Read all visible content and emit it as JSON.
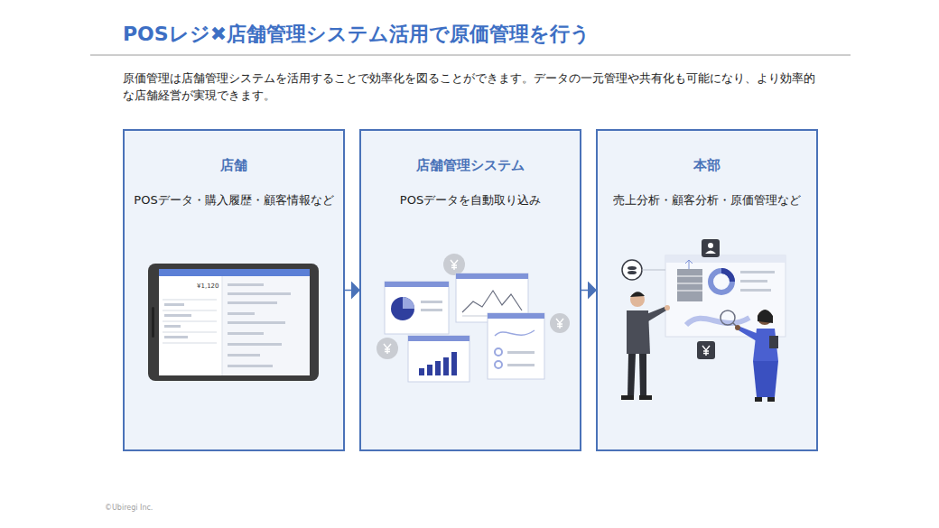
{
  "diagram": {
    "title": "POSレジ✖店舗管理システム活用で原価管理を行う",
    "nodes": [
      {
        "text": [
          "店舗",
          "POSデータ・購入履歴・顧客情報など"
        ]
      },
      {
        "text": [
          "店舗管理システム",
          "POSデータを自動取り込み"
        ]
      },
      {
        "text": [
          "本部",
          "売上分析・顧客分析・原価管理など"
        ]
      }
    ],
    "edges": [
      {
        "from": 0,
        "to": 1,
        "arrow": "to"
      },
      {
        "from": 1,
        "to": 2,
        "arrow": "to"
      }
    ],
    "labels": [
      "原価管理は店舗管理システムを活用することで効率化を図ることができます。データの一元管理や共有化も可能になり、より効率的な店舗経営が実現できます。",
      "©Ubiregi Inc.",
      "¥1,120"
    ]
  }
}
